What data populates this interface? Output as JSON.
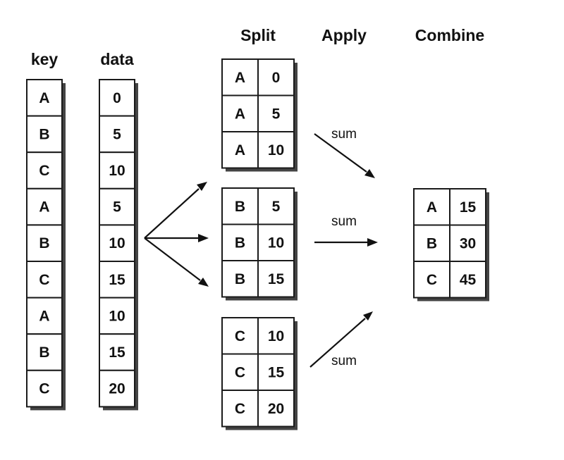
{
  "headers": {
    "key": "key",
    "data": "data",
    "split": "Split",
    "apply": "Apply",
    "combine": "Combine"
  },
  "key_column": [
    "A",
    "B",
    "C",
    "A",
    "B",
    "C",
    "A",
    "B",
    "C"
  ],
  "data_column": [
    "0",
    "5",
    "10",
    "5",
    "10",
    "15",
    "10",
    "15",
    "20"
  ],
  "groups": [
    {
      "rows": [
        {
          "key": "A",
          "value": "0"
        },
        {
          "key": "A",
          "value": "5"
        },
        {
          "key": "A",
          "value": "10"
        }
      ]
    },
    {
      "rows": [
        {
          "key": "B",
          "value": "5"
        },
        {
          "key": "B",
          "value": "10"
        },
        {
          "key": "B",
          "value": "15"
        }
      ]
    },
    {
      "rows": [
        {
          "key": "C",
          "value": "10"
        },
        {
          "key": "C",
          "value": "15"
        },
        {
          "key": "C",
          "value": "20"
        }
      ]
    }
  ],
  "apply_labels": [
    "sum",
    "sum",
    "sum"
  ],
  "result": [
    {
      "key": "A",
      "value": "15"
    },
    {
      "key": "B",
      "value": "30"
    },
    {
      "key": "C",
      "value": "45"
    }
  ]
}
